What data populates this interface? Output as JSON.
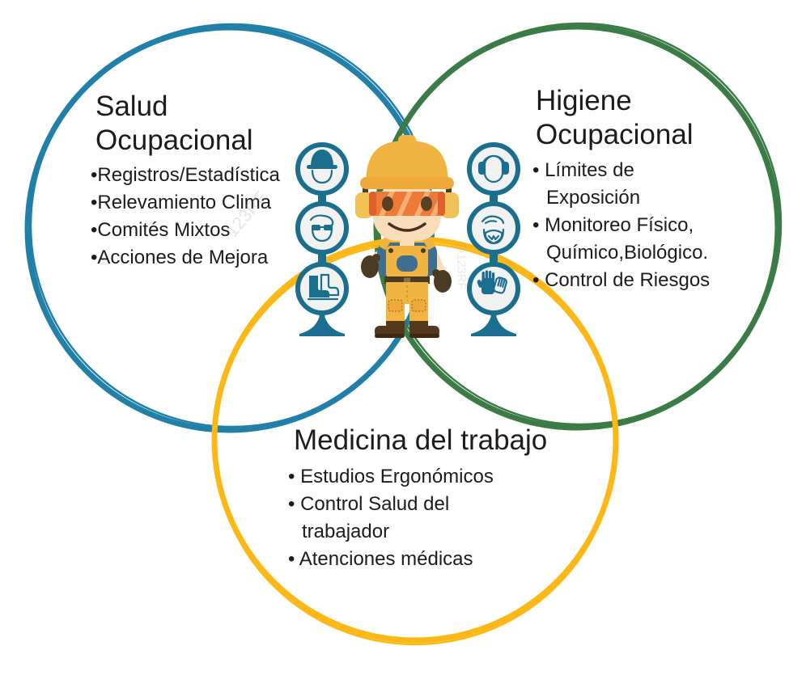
{
  "diagram": {
    "type": "venn-3-circles",
    "topic": "seguridad-y-salud-ocupacional",
    "circles": [
      {
        "id": "salud-ocupacional",
        "color_name": "blue",
        "title_lines": [
          "Salud",
          "Ocupacional"
        ],
        "items": [
          "•Registros/Estadística",
          "•Relevamiento Clima",
          "•Comités Mixtos",
          "•Acciones de Mejora"
        ]
      },
      {
        "id": "higiene-ocupacional",
        "color_name": "green",
        "title_lines": [
          "Higiene",
          "Ocupacional"
        ],
        "items": [
          "• Límites de Exposición",
          "• Monitoreo Físico, Químico,Biológico.",
          "• Control de Riesgos"
        ]
      },
      {
        "id": "medicina-del-trabajo",
        "color_name": "yellow",
        "title_lines": [
          "Medicina del trabajo"
        ],
        "items": [
          "• Estudios Ergonómicos",
          "• Control Salud del trabajador",
          "• Atenciones médicas"
        ]
      }
    ]
  },
  "center_art": {
    "figure": "construction-worker-cartoon",
    "left_sign_icons": [
      "hard-hat",
      "safety-glasses",
      "safety-boots"
    ],
    "right_sign_icons": [
      "ear-protection",
      "respirator-mask",
      "safety-gloves"
    ]
  },
  "watermarks": [
    "123RF",
    "@123RF"
  ],
  "palette": {
    "blue": "#2180A8",
    "green": "#3B7B45",
    "yellow": "#FDB815",
    "teal": "#1B6F8E",
    "tealFill": "#F2F2F3",
    "hat": "#F2B440",
    "hatDark": "#EDA939",
    "muff": "#F0C255",
    "goggle": "#EE7A38",
    "goggleDark": "#E0602C",
    "goggleStripe": "#FFD9A8",
    "skin": "#F8DDBA",
    "shirt": "#3E6F90",
    "dark": "#4B3B23",
    "boot": "#54381E",
    "bootSole": "#3E2813",
    "eye": "#5B3F23"
  }
}
